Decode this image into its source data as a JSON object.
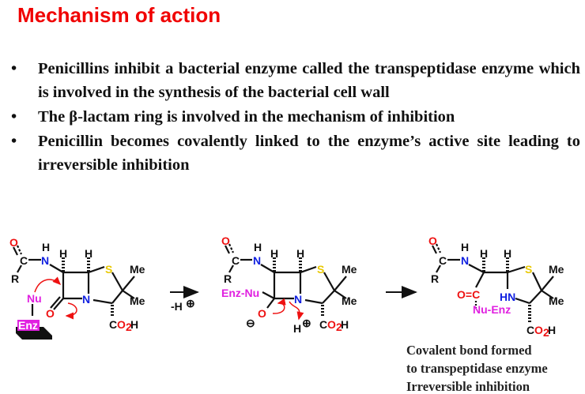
{
  "title": "Mechanism of action",
  "bullet_glyph": "•",
  "bullets": [
    "Penicillins inhibit a bacterial enzyme called the transpeptidase enzyme which is involved in the synthesis of the bacterial cell wall",
    "The β-lactam ring is involved in the mechanism of inhibition",
    "Penicillin becomes covalently linked to the enzyme’s active site leading to irreversible inhibition"
  ],
  "scheme": {
    "atoms": {
      "O": "O",
      "C": "C",
      "N": "N",
      "H": "H",
      "R": "R",
      "S": "S",
      "Me": "Me",
      "CO2H_C": "C",
      "CO2H_O": "O",
      "sub2": "2",
      "CO2H_H": "H",
      "Nu": "Nu",
      "Enz": "Enz",
      "EnzNu": "Enz-Nu",
      "NuEnz": "Nu-Enz",
      "HN": "HN",
      "minus": "⊖",
      "plus": "⊕",
      "OdoubleC": "O=C"
    },
    "arrow1_label": "-H",
    "caption": [
      "Covalent bond formed",
      "to transpeptidase enzyme",
      "Irreversible inhibition"
    ]
  }
}
